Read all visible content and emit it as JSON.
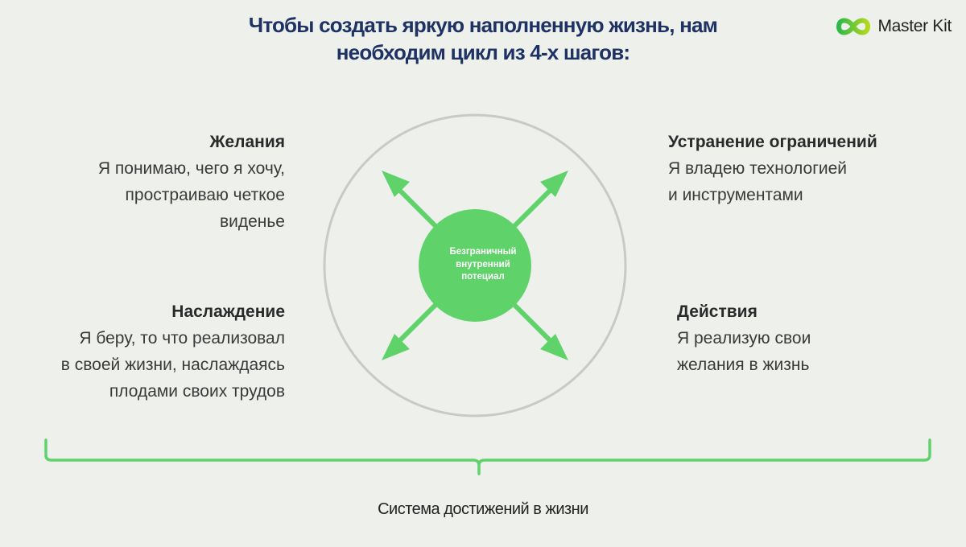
{
  "title": {
    "line1": "Чтобы создать яркую наполненную жизнь, нам",
    "line2": "необходим цикл из 4-х шагов:"
  },
  "logo": {
    "text": "Master Kit",
    "icon": "infinity-logo-icon"
  },
  "center": {
    "line1": "Безграничный",
    "line2": "внутренний",
    "line3": "потециал"
  },
  "steps": {
    "desires": {
      "heading": "Желания",
      "lines": [
        "Я понимаю, чего я хочу,",
        "простраиваю четкое",
        "виденье"
      ]
    },
    "limits": {
      "heading": "Устранение ограничений",
      "lines": [
        "Я владею технологией",
        "и инструментами"
      ]
    },
    "enjoy": {
      "heading": "Наслаждение",
      "lines": [
        "Я беру, то что реализовал",
        "в своей жизни, наслаждаясь",
        "плодами своих трудов"
      ]
    },
    "actions": {
      "heading": "Действия",
      "lines": [
        "Я реализую свои",
        "желания в жизнь"
      ]
    }
  },
  "caption": "Система достижений в жизни",
  "colors": {
    "accent": "#5fd36a",
    "title": "#1e3264",
    "ring": "#c8cac6",
    "background": "#eef0ec"
  }
}
